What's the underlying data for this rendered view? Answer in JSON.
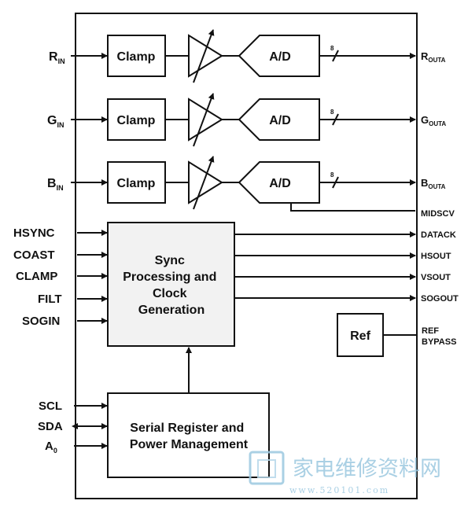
{
  "inputs": {
    "r": {
      "main": "R",
      "sub": "IN"
    },
    "g": {
      "main": "G",
      "sub": "IN"
    },
    "b": {
      "main": "B",
      "sub": "IN"
    },
    "hsync": "HSYNC",
    "coast": "COAST",
    "clamp": "CLAMP",
    "filt": "FILT",
    "sogin": "SOGIN",
    "scl": "SCL",
    "sda": "SDA",
    "a0": {
      "main": "A",
      "sub": "0"
    }
  },
  "blocks": {
    "clamp_label": "Clamp",
    "adc_label": "A/D",
    "bus_width": "8",
    "sync": [
      "Sync",
      "Processing and",
      "Clock",
      "Generation"
    ],
    "serial": [
      "Serial Register and",
      "Power Management"
    ],
    "ref": "Ref"
  },
  "outputs": {
    "r": {
      "main": "R",
      "sub": "OUTA"
    },
    "g": {
      "main": "G",
      "sub": "OUTA"
    },
    "b": {
      "main": "B",
      "sub": "OUTA"
    },
    "midscv": "MIDSCV",
    "datack": "DATACK",
    "hsout": "HSOUT",
    "vsout": "VSOUT",
    "sogout": "SOGOUT",
    "ref": [
      "REF",
      "BYPASS"
    ]
  },
  "watermark": {
    "chinese": "家电维修资料网",
    "url": "www.520101.com"
  }
}
